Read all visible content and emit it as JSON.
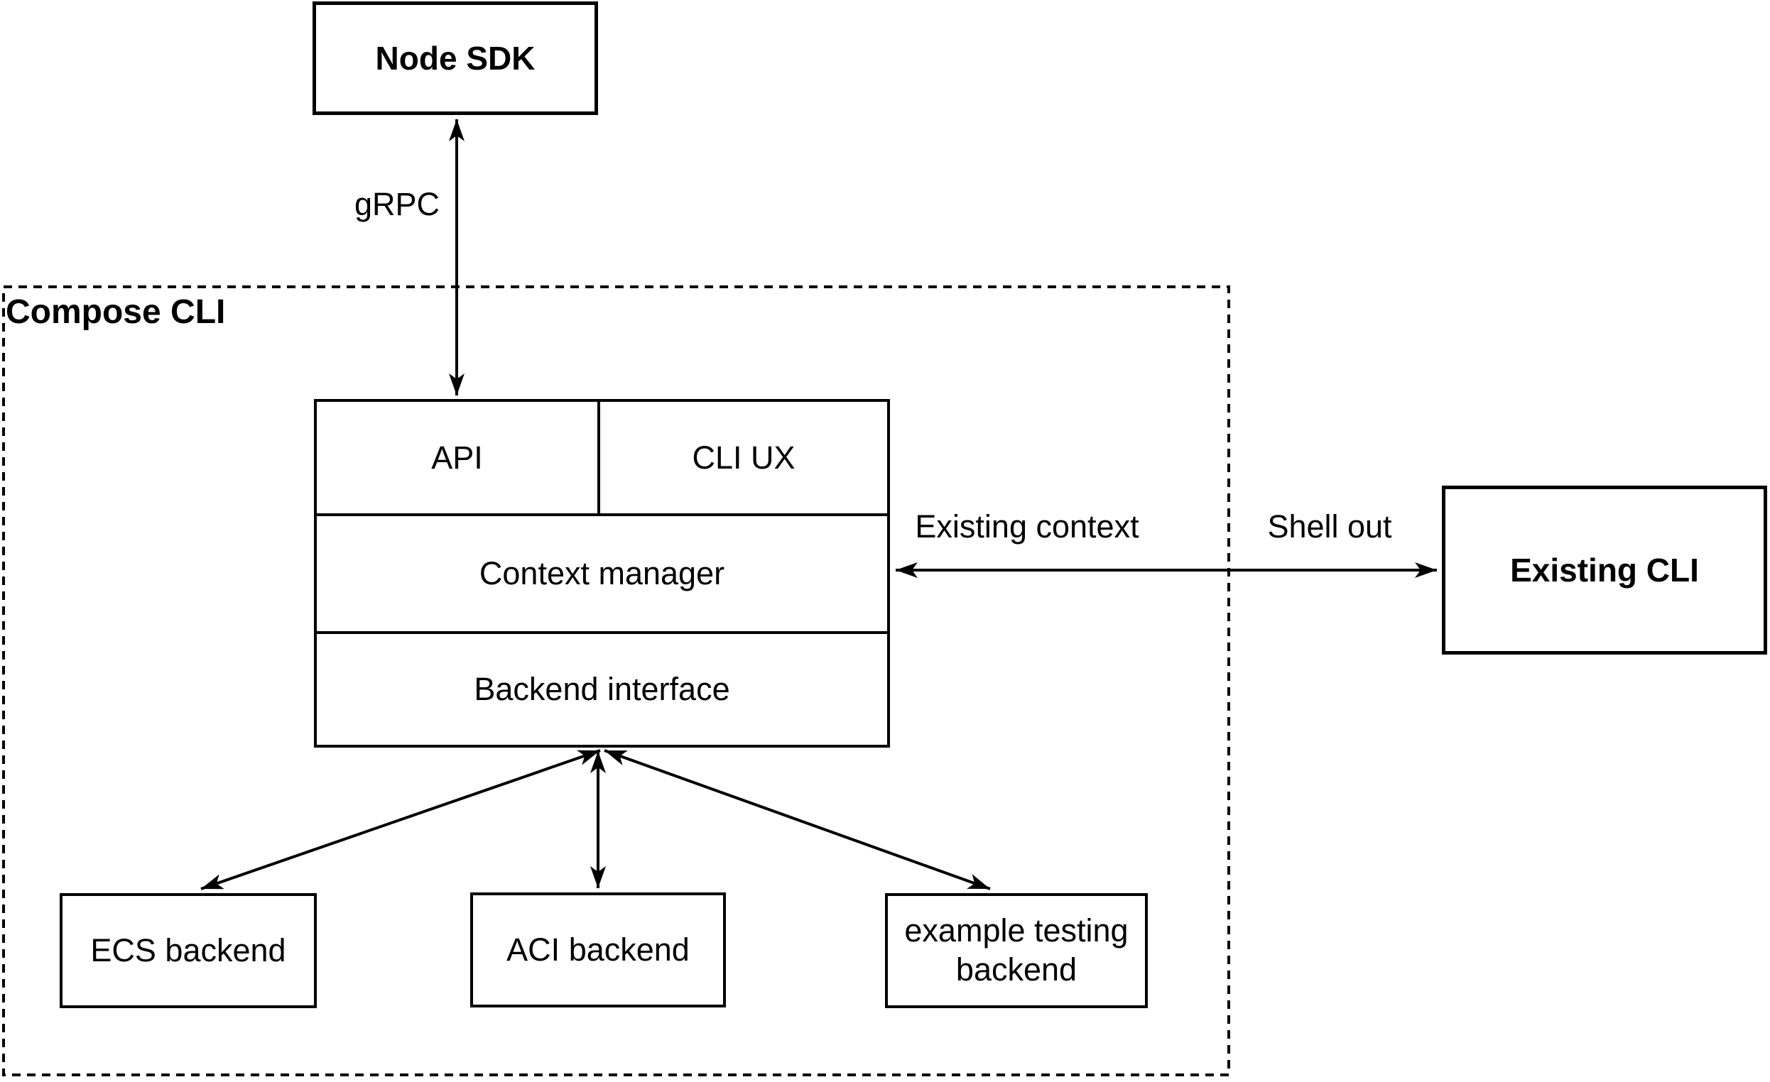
{
  "canvas": {
    "background": "#ffffff",
    "stroke_color": "#000000",
    "text_color": "#000000"
  },
  "container": {
    "label": "Compose CLI",
    "border_style": "dashed"
  },
  "nodes": {
    "node_sdk": "Node SDK",
    "api": "API",
    "cli_ux": "CLI UX",
    "context_manager": "Context manager",
    "backend_interface": "Backend interface",
    "ecs_backend": "ECS backend",
    "aci_backend": "ACI backend",
    "example_testing_backend": "example testing backend",
    "existing_cli": "Existing CLI"
  },
  "edges": {
    "grpc": {
      "label": "gRPC",
      "from": "node_sdk",
      "to": "api",
      "direction": "both"
    },
    "context_to_existing_cli": {
      "label_inside": "Existing context",
      "label_outside": "Shell out",
      "from": "context_manager",
      "to": "existing_cli",
      "direction": "both"
    },
    "backend_to_ecs": {
      "from": "backend_interface",
      "to": "ecs_backend",
      "direction": "both"
    },
    "backend_to_aci": {
      "from": "backend_interface",
      "to": "aci_backend",
      "direction": "both"
    },
    "backend_to_example": {
      "from": "backend_interface",
      "to": "example_testing_backend",
      "direction": "both"
    }
  }
}
